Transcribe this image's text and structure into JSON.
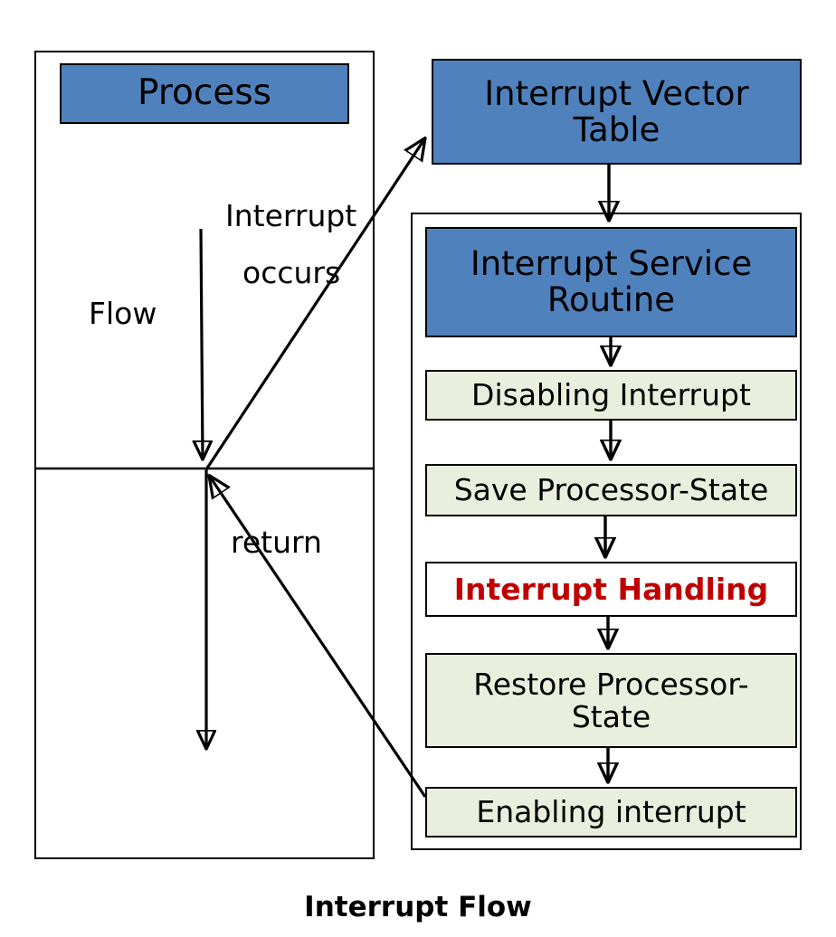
{
  "diagram": {
    "caption": "Interrupt Flow",
    "colors": {
      "blue_fill": "#4f81bd",
      "green_fill": "#e9efdc",
      "white_fill": "#ffffff",
      "red_text": "#c00000",
      "stroke": "#000000"
    },
    "process_panel": {
      "name": "process-flow-panel",
      "process_box_label": "Process",
      "flow_label": "Flow",
      "interrupt_label_line1": "Interrupt",
      "interrupt_label_line2": "occurs",
      "return_label": "return"
    },
    "vector_table": {
      "label_line1": "Interrupt  Vector",
      "label_line2": "Table"
    },
    "isr_container": {
      "name": "interrupt-service-routine-container",
      "steps": [
        {
          "id": "isr",
          "label_line1": "Interrupt Service",
          "label_line2": "Routine",
          "style": "blue"
        },
        {
          "id": "disable",
          "label_line1": "Disabling Interrupt",
          "label_line2": "",
          "style": "green"
        },
        {
          "id": "save",
          "label_line1": "Save Processor-State",
          "label_line2": "",
          "style": "green"
        },
        {
          "id": "handle",
          "label_line1": "Interrupt Handling",
          "label_line2": "",
          "style": "white"
        },
        {
          "id": "restore",
          "label_line1": "Restore Processor-",
          "label_line2": "State",
          "style": "green"
        },
        {
          "id": "enable",
          "label_line1": "Enabling interrupt",
          "label_line2": "",
          "style": "green"
        }
      ]
    }
  }
}
